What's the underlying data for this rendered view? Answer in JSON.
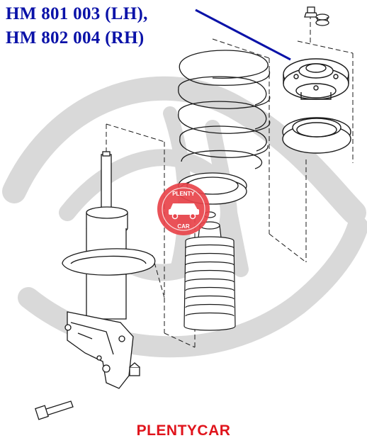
{
  "labels": {
    "part_lh": "HM 801 003 (LH),",
    "part_rh": "HM 802 004 (RH)"
  },
  "logo": {
    "top_text": "PLENTY",
    "bottom_text": "CAR"
  },
  "footer": {
    "brand": "PLENTYCAR"
  },
  "colors": {
    "label_blue": "#0a12a8",
    "brand_red": "#e0141c",
    "watermark_gray": "#d6d6d6",
    "line_dark": "#1a1a1a"
  }
}
